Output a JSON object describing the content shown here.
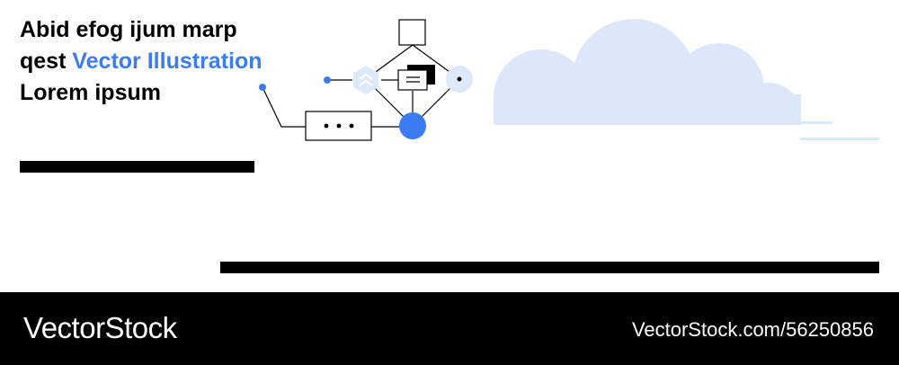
{
  "headline": {
    "text_before": "Abid efog ijum marp qest ",
    "text_accent": "Vector Illustration",
    "text_after": " Lorem ipsum"
  },
  "colors": {
    "accent": "#3b7cf4",
    "cloud": "#dce8f9",
    "icon_fill": "#dde9fa",
    "bar": "#000000",
    "footer_bg": "#000000"
  },
  "icons": [
    "flowchart-diagram",
    "hexagon-chevron-icon",
    "card-stack-icon",
    "dot-circle-icon",
    "dots-box",
    "cloud"
  ],
  "footer": {
    "brand": "VectorStock",
    "url": "VectorStock.com/56250856"
  }
}
